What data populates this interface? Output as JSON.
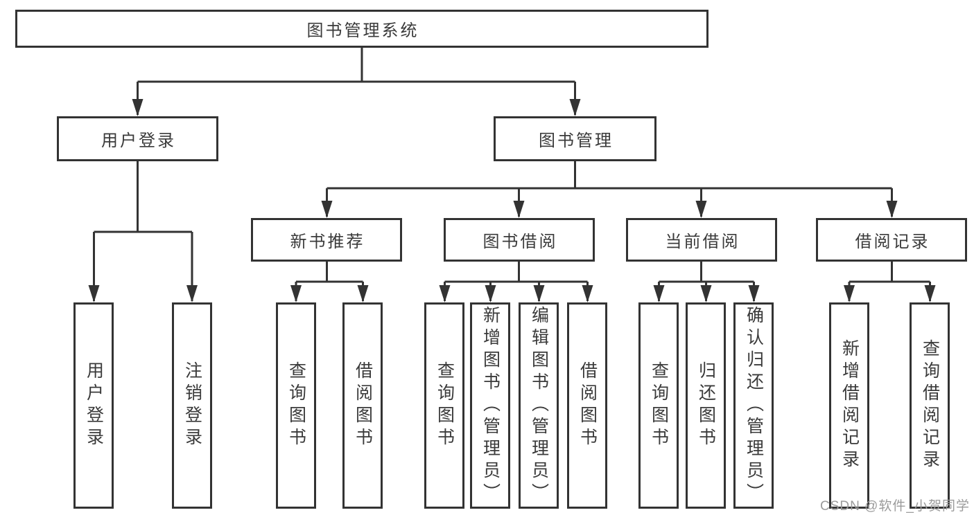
{
  "diagram": {
    "tree": {
      "label": "图书管理系统",
      "children": [
        {
          "label": "用户登录",
          "children": [
            {
              "label": "用户登录"
            },
            {
              "label": "注销登录"
            }
          ]
        },
        {
          "label": "图书管理",
          "children": [
            {
              "label": "新书推荐",
              "children": [
                {
                  "label": "查询图书"
                },
                {
                  "label": "借阅图书"
                }
              ]
            },
            {
              "label": "图书借阅",
              "children": [
                {
                  "label": "查询图书"
                },
                {
                  "label": "新增图书（管理员）"
                },
                {
                  "label": "编辑图书（管理员）"
                },
                {
                  "label": "借阅图书"
                }
              ]
            },
            {
              "label": "当前借阅",
              "children": [
                {
                  "label": "查询图书"
                },
                {
                  "label": "归还图书"
                },
                {
                  "label": "确认归还（管理员）"
                }
              ]
            },
            {
              "label": "借阅记录",
              "children": [
                {
                  "label": "新增借阅记录"
                },
                {
                  "label": "查询借阅记录"
                }
              ]
            }
          ]
        }
      ]
    },
    "colors": {
      "line": "#333333",
      "box_border": "#333333",
      "text": "#3a3a3a",
      "background": "#ffffff",
      "watermark": "#9b9b9b"
    }
  },
  "watermark": {
    "text": "CSDN @软件_小贺同学"
  }
}
